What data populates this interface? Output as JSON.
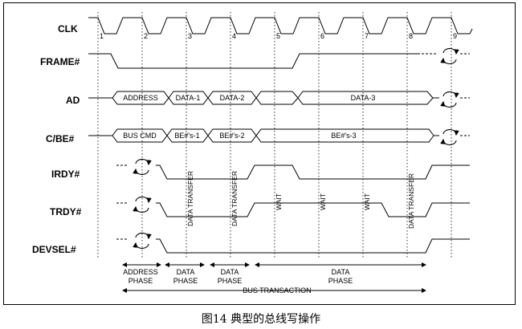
{
  "caption": "图14 典型的总线写操作",
  "signals": {
    "clk": "CLK",
    "frame": "FRAME#",
    "ad": "AD",
    "cbe": "C/BE#",
    "irdy": "IRDY#",
    "trdy": "TRDY#",
    "devsel": "DEVSEL#"
  },
  "clock_numbers": [
    "1",
    "2",
    "3",
    "4",
    "5",
    "6",
    "7",
    "8",
    "9"
  ],
  "ad_bus": [
    "ADDRESS",
    "DATA-1",
    "DATA-2",
    "DATA-3"
  ],
  "cbe_bus": [
    "BUS CMD",
    "BE#'s-1",
    "BE#'s-2",
    "BE#'s-3"
  ],
  "annotations": {
    "data_transfer_1": "DATA TRANSFER",
    "data_transfer_2": "DATA TRANSFER",
    "data_transfer_3": "DATA TRANSFER",
    "wait_1": "WAIT",
    "wait_2": "WAIT",
    "wait_3": "WAIT"
  },
  "phases": {
    "address": [
      "ADDRESS",
      "PHASE"
    ],
    "data1": [
      "DATA",
      "PHASE"
    ],
    "data2": [
      "DATA",
      "PHASE"
    ],
    "data3": [
      "DATA",
      "PHASE"
    ],
    "bus_transaction": "BUS TRANSACTION"
  },
  "colors": {
    "line": "#000000",
    "background": "#ffffff"
  }
}
